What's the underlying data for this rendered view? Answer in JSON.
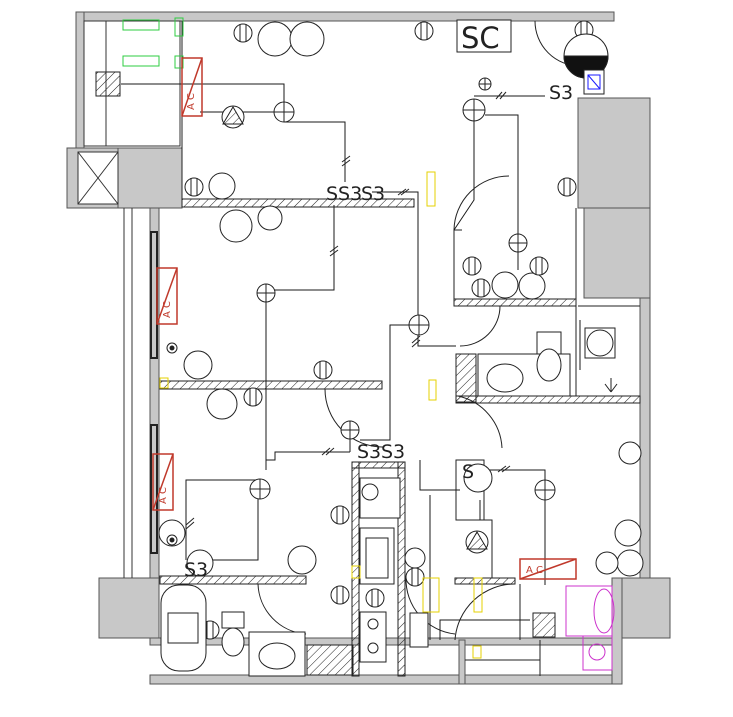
{
  "labels": {
    "sc": "SC",
    "s3_top": "S3",
    "ss3_main": "SS3",
    "s3_main": "S3",
    "s3_mid_a": "S3",
    "s3_mid_b": "S3",
    "s3_left": "S3",
    "s_right": "S",
    "ac": "A C"
  },
  "colors": {
    "wall": "#c8c8c8",
    "line": "#1a1a1a",
    "ac_red": "#c0392b",
    "green": "#2ecc40",
    "yellow": "#e6d200",
    "magenta": "#cc33cc",
    "blue": "#1a1aff"
  }
}
